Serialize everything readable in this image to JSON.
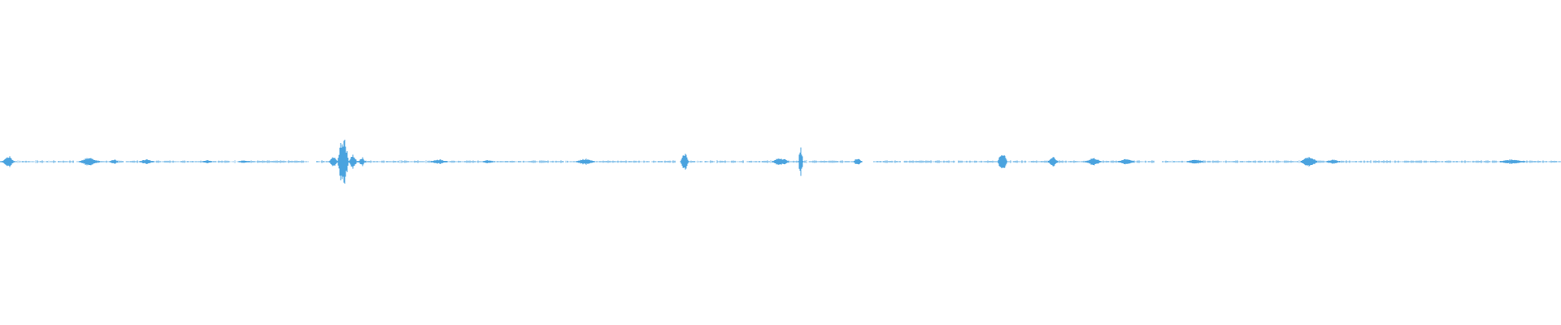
{
  "waveform": {
    "color": "#4aa3df",
    "playback_position": 0,
    "segments": [
      [
        0,
        90
      ],
      [
        95,
        380
      ],
      [
        390,
        830
      ],
      [
        840,
        1060
      ],
      [
        1075,
        1420
      ],
      [
        1430,
        1920
      ]
    ],
    "bursts": [
      {
        "t": 10,
        "amp": 8,
        "width": 14
      },
      {
        "t": 110,
        "amp": 5,
        "width": 24
      },
      {
        "t": 140,
        "amp": 3,
        "width": 10
      },
      {
        "t": 180,
        "amp": 3,
        "width": 16
      },
      {
        "t": 255,
        "amp": 2,
        "width": 12
      },
      {
        "t": 300,
        "amp": 2,
        "width": 12
      },
      {
        "t": 410,
        "amp": 6,
        "width": 10
      },
      {
        "t": 422,
        "amp": 32,
        "width": 14
      },
      {
        "t": 434,
        "amp": 9,
        "width": 10
      },
      {
        "t": 445,
        "amp": 6,
        "width": 8
      },
      {
        "t": 540,
        "amp": 3,
        "width": 20
      },
      {
        "t": 600,
        "amp": 2,
        "width": 12
      },
      {
        "t": 720,
        "amp": 4,
        "width": 22
      },
      {
        "t": 842,
        "amp": 12,
        "width": 10
      },
      {
        "t": 960,
        "amp": 5,
        "width": 20
      },
      {
        "t": 985,
        "amp": 18,
        "width": 6
      },
      {
        "t": 1055,
        "amp": 5,
        "width": 10
      },
      {
        "t": 1233,
        "amp": 12,
        "width": 12
      },
      {
        "t": 1295,
        "amp": 6,
        "width": 12
      },
      {
        "t": 1345,
        "amp": 5,
        "width": 18
      },
      {
        "t": 1385,
        "amp": 4,
        "width": 18
      },
      {
        "t": 1470,
        "amp": 3,
        "width": 20
      },
      {
        "t": 1610,
        "amp": 7,
        "width": 20
      },
      {
        "t": 1640,
        "amp": 3,
        "width": 14
      },
      {
        "t": 1860,
        "amp": 3,
        "width": 30
      }
    ]
  }
}
